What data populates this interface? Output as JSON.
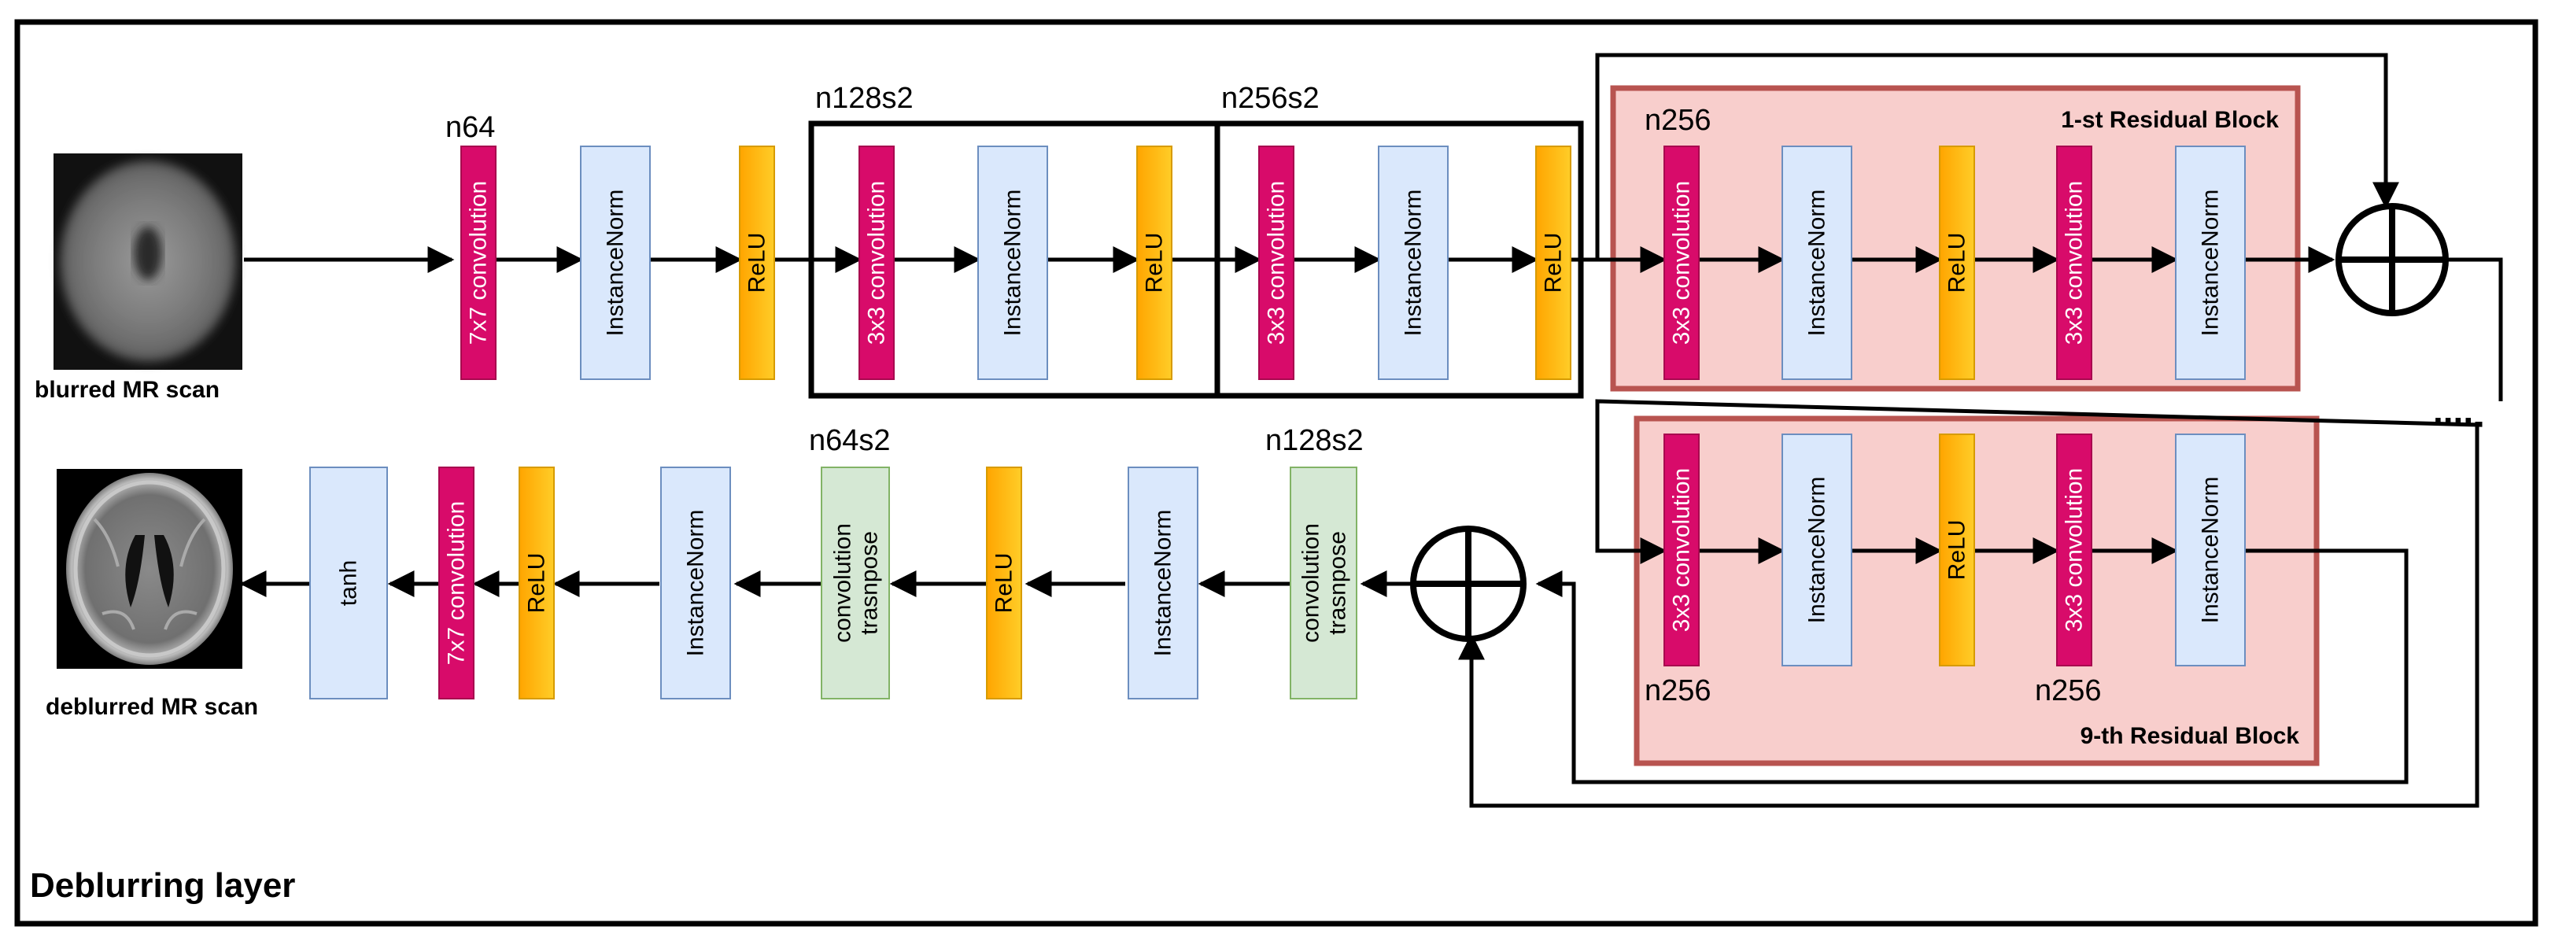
{
  "title": "Deblurring layer",
  "input_label": "blurred MR scan",
  "output_label": "deblurred MR scan",
  "ellipsis": "....",
  "labels": {
    "n64": "n64",
    "n128s2": "n128s2",
    "n256s2": "n256s2",
    "n256_top": "n256",
    "n256_bot_a": "n256",
    "n256_bot_b": "n256",
    "n64s2": "n64s2",
    "n128s2_dec": "n128s2",
    "res1": "1-st Residual Block",
    "res9": "9-th Residual Block"
  },
  "blocks": {
    "conv7": "7x7 convolution",
    "conv3": "3x3 convolution",
    "norm": "InstanceNorm",
    "relu": "ReLU",
    "tanh": "tanh",
    "tconv_line1": "convolution",
    "tconv_line2": "trasnpose"
  },
  "colors": {
    "conv": "#d80b6a",
    "norm": "#dae8fc",
    "relu": "#ffb11b",
    "transpose_conv": "#d5e8d4",
    "residual_block": "#f8cecc"
  }
}
